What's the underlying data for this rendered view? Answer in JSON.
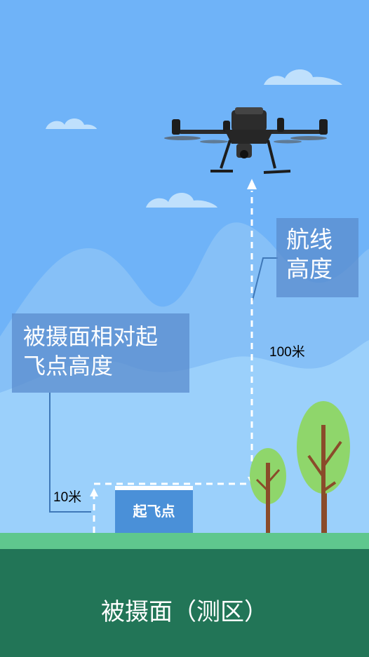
{
  "labels": {
    "route_height": "航线\n高度",
    "route_height_line1": "航线",
    "route_height_line2": "高度",
    "surface_relative_height_line1": "被摄面相对起",
    "surface_relative_height_line2": "飞点高度",
    "height_100": "100米",
    "height_10": "10米",
    "takeoff_point": "起飞点",
    "ground_area": "被摄面（测区）"
  },
  "colors": {
    "sky": "#6fb3f8",
    "mountain_back": "#86c0f7",
    "mountain_front": "#9bd0fb",
    "label_box": "#5a8ccd",
    "grass": "#5fc78e",
    "ground": "#227557",
    "tree_leaves": "#8fd66b",
    "tree_trunk": "#8a4b2a"
  },
  "icons": {
    "drone": "drone-icon",
    "clouds": "cloud-icon",
    "trees": "tree-icon"
  }
}
